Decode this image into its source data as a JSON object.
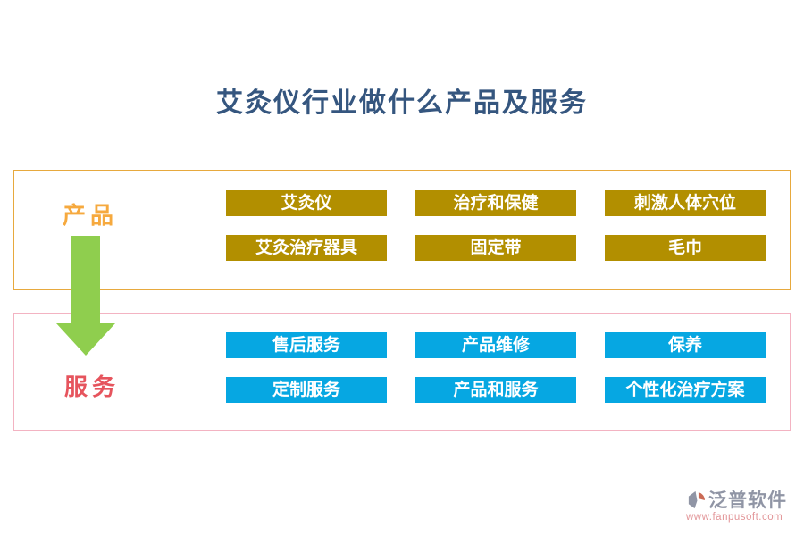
{
  "title": "艾灸仪行业做什么产品及服务",
  "products": {
    "label": "产品",
    "items": [
      "艾灸仪",
      "治疗和保健",
      "刺激人体穴位",
      "艾灸治疗器具",
      "固定带",
      "毛巾"
    ]
  },
  "services": {
    "label": "服务",
    "items": [
      "售后服务",
      "产品维修",
      "保养",
      "定制服务",
      "产品和服务",
      "个性化治疗方案"
    ]
  },
  "watermark": {
    "brand": "泛普软件",
    "url": "www.fanpusoft.com"
  },
  "colors": {
    "title_text": "#35567F",
    "product_label": "#F6A93E",
    "service_label": "#E6545D",
    "product_button": "#B28F00",
    "service_button": "#06A7E2",
    "product_border": "#E7A93E",
    "service_border": "#F3B3C2",
    "arrow": "#8FCE4E",
    "watermark_brand": "#9095A5",
    "watermark_url": "#E29598"
  }
}
